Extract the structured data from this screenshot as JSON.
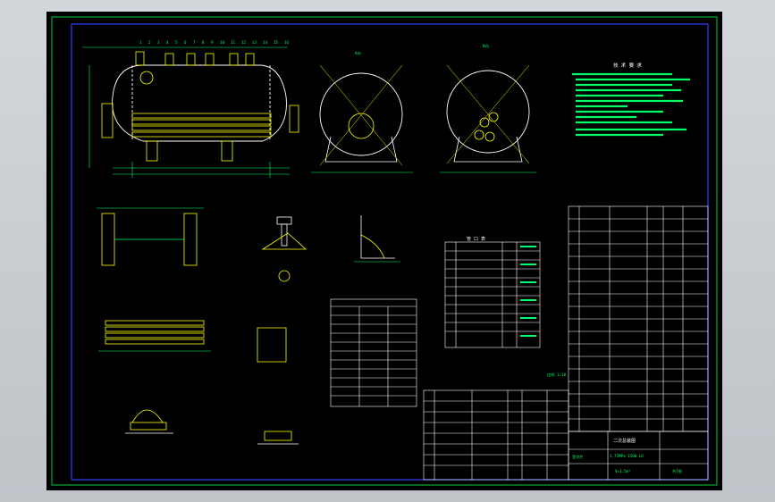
{
  "drawing": {
    "view_labels": [
      "A向",
      "B向"
    ],
    "table_title_1": "技 术 要 求",
    "table_title_2": "管 口 表",
    "stamp_label": "签字栏",
    "title_block": {
      "name_line1": "二次总装图",
      "name_line2": "1.75MPa 1500 LD",
      "name_line3": "V=1.5m³",
      "sheet": "共1张"
    },
    "scale_note": "比例 1:10"
  },
  "colors": {
    "background": "#000000",
    "outline": "#ffffff",
    "geometry": "#ffff00",
    "dimension": "#00ff66",
    "border_outer": "#00cc44",
    "border_inner": "#3040ff"
  },
  "labels": {
    "callouts_top": [
      "1",
      "2",
      "3",
      "4",
      "5",
      "6",
      "7",
      "8",
      "9",
      "10",
      "11",
      "12",
      "13",
      "14",
      "15",
      "16"
    ]
  }
}
